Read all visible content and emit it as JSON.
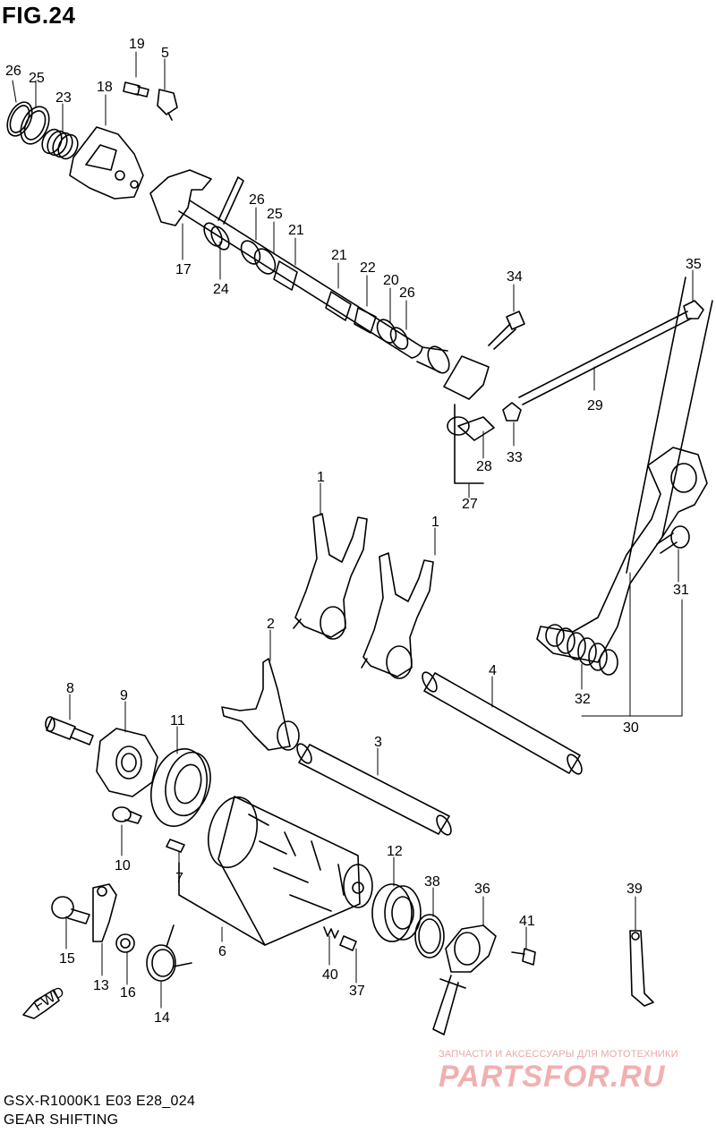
{
  "figure": {
    "title": "FIG.24"
  },
  "footer": {
    "line1": "GSX-R1000K1 E03 E28_024",
    "line2": "GEAR SHIFTING"
  },
  "watermark": {
    "tagline": "ЗАПЧАСТИ И АКСЕССУАРЫ ДЛЯ МОТОТЕХНИКИ",
    "brand": "PARTSFOR.RU"
  },
  "fwd_label": "FWD",
  "callouts": [
    "26",
    "25",
    "23",
    "18",
    "19",
    "5",
    "17",
    "24",
    "26",
    "25",
    "21",
    "21",
    "22",
    "20",
    "26",
    "34",
    "35",
    "29",
    "33",
    "28",
    "27",
    "1",
    "1",
    "2",
    "31",
    "32",
    "30",
    "4",
    "3",
    "8",
    "9",
    "11",
    "10",
    "7",
    "6",
    "12",
    "38",
    "36",
    "41",
    "39",
    "15",
    "13",
    "16",
    "14",
    "40",
    "37"
  ]
}
